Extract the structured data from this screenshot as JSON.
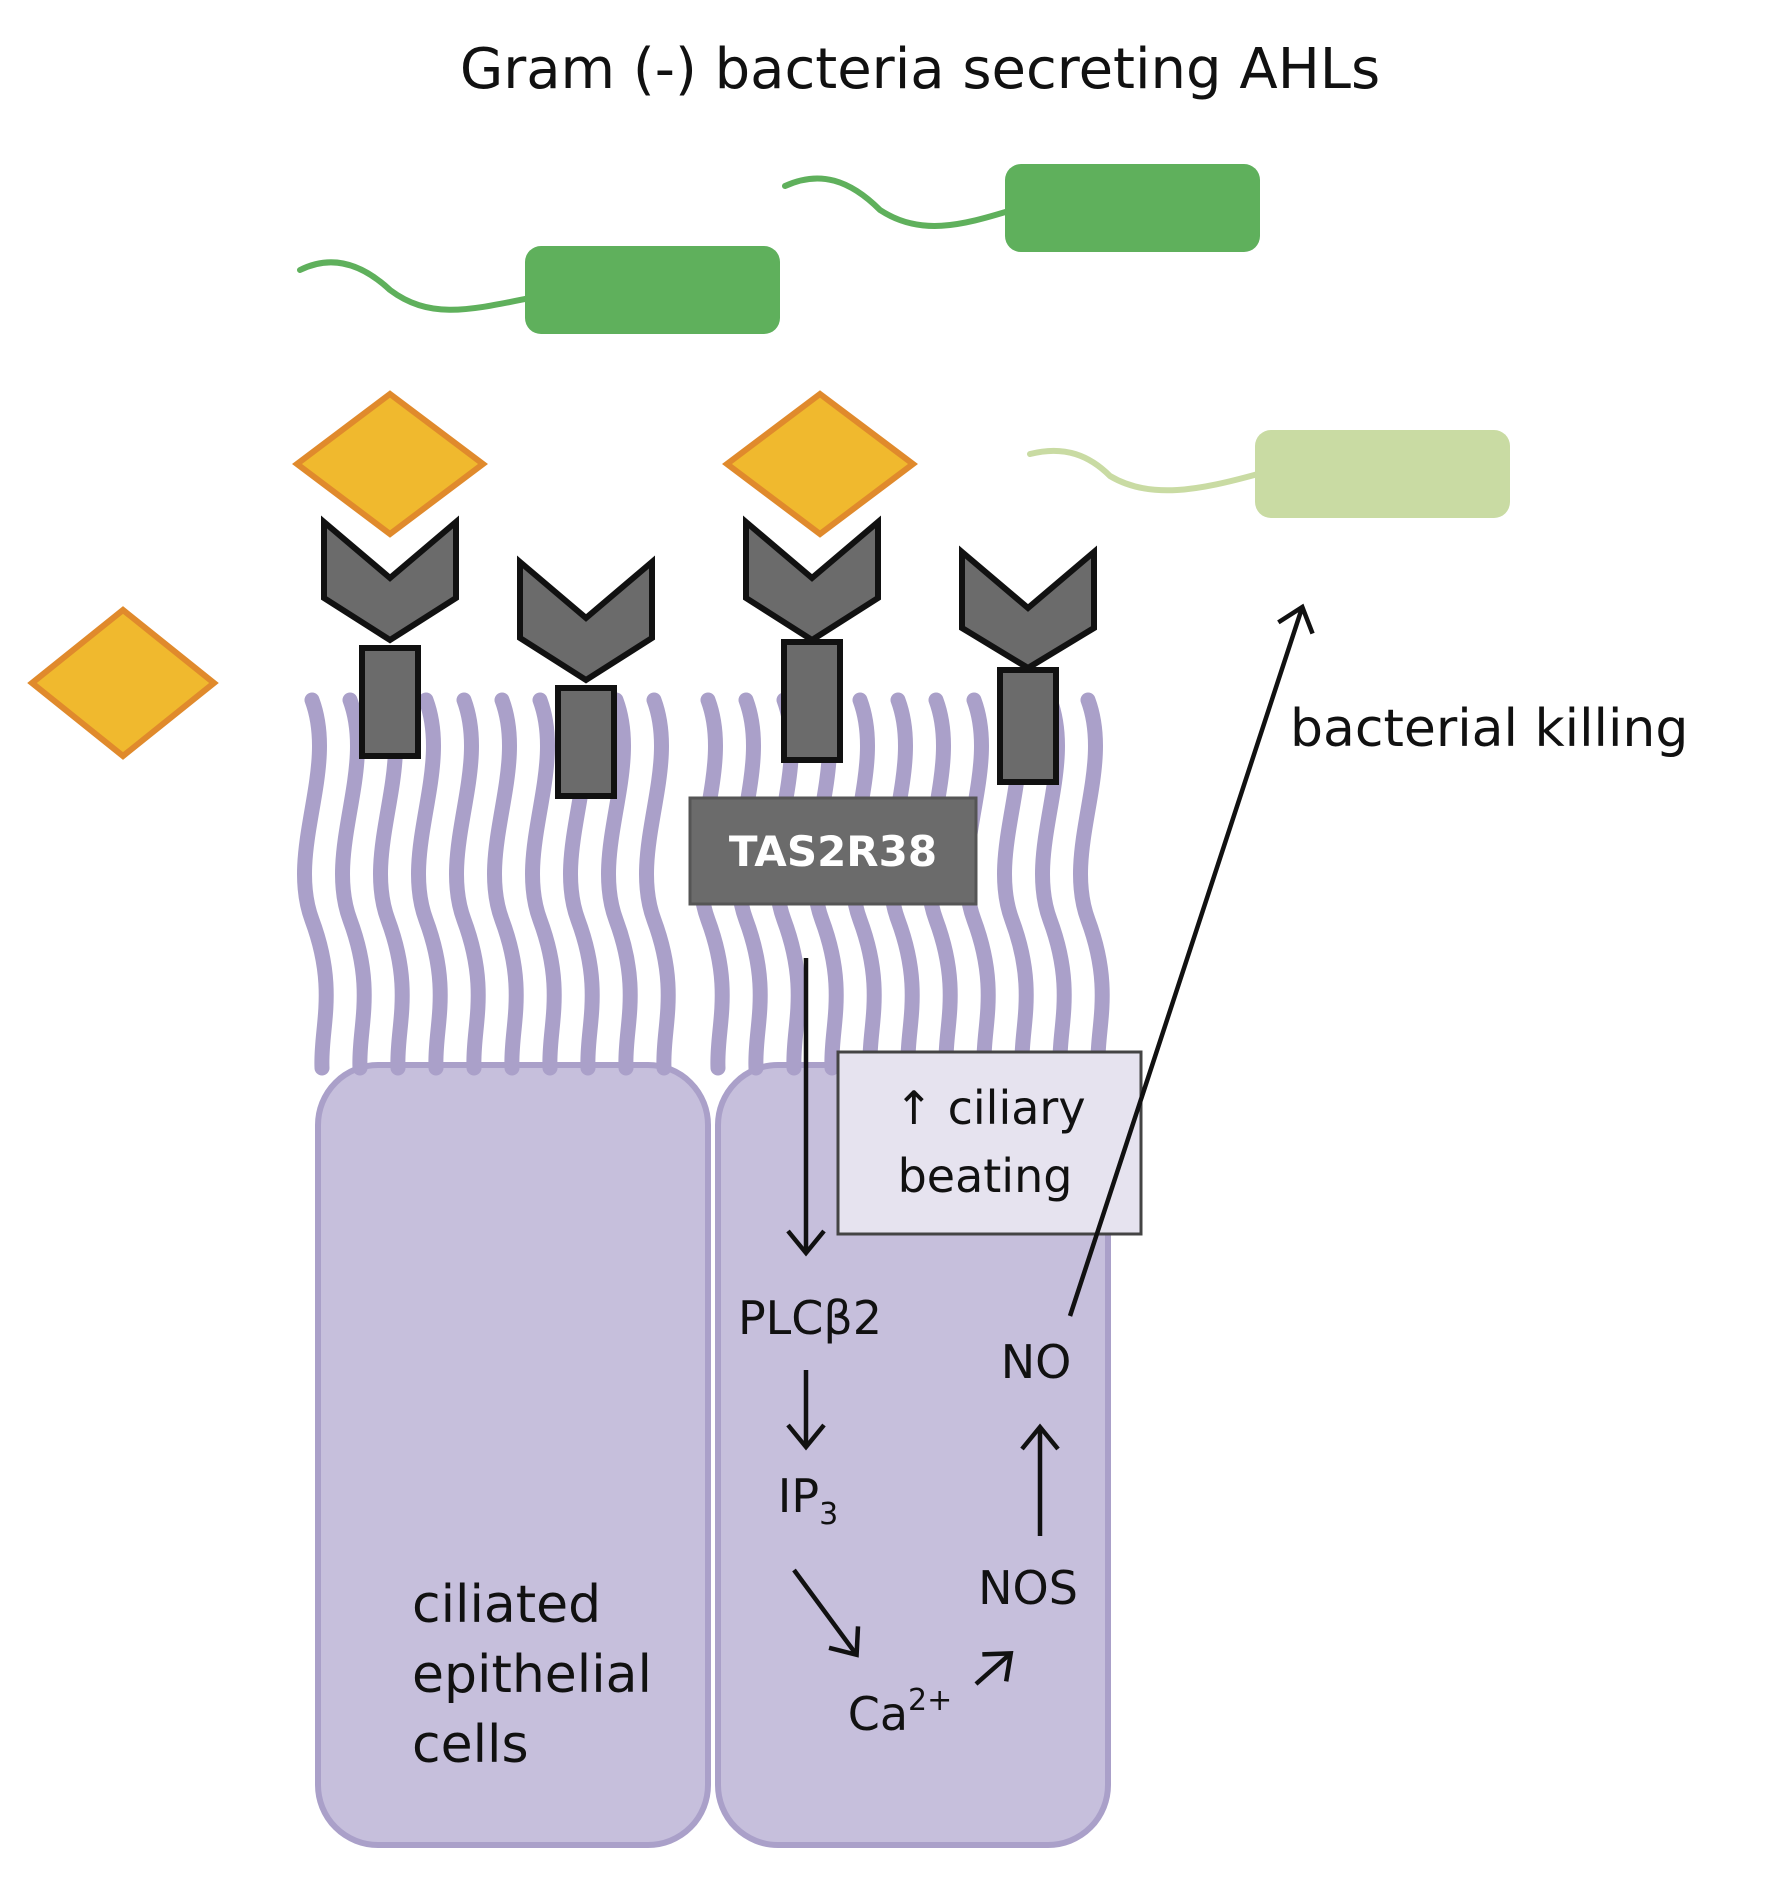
{
  "title": "Gram (-) bacteria secreting AHLs",
  "receptor_label": "TAS2R38",
  "cell_label": [
    "ciliated",
    "epithelial",
    "cells"
  ],
  "box_label": [
    "↑ ciliary",
    "beating"
  ],
  "killing_label": "bacterial killing",
  "pathway": {
    "plc": "PLCβ2",
    "ip3_base": "IP",
    "ip3_sub": "3",
    "ca_base": "Ca",
    "ca_sup": "2+",
    "nos": "NOS",
    "no": "NO"
  },
  "colors": {
    "bacterium": "#5fb05c",
    "bacterium_faded": "#c9dba3",
    "ahl_fill": "#f0b92e",
    "ahl_stroke": "#e08a2c",
    "receptor": "#6b6b6b",
    "cell": "#c6bfdc",
    "cell_stroke": "#aaa0c9",
    "cilia": "#aaa0c9"
  }
}
